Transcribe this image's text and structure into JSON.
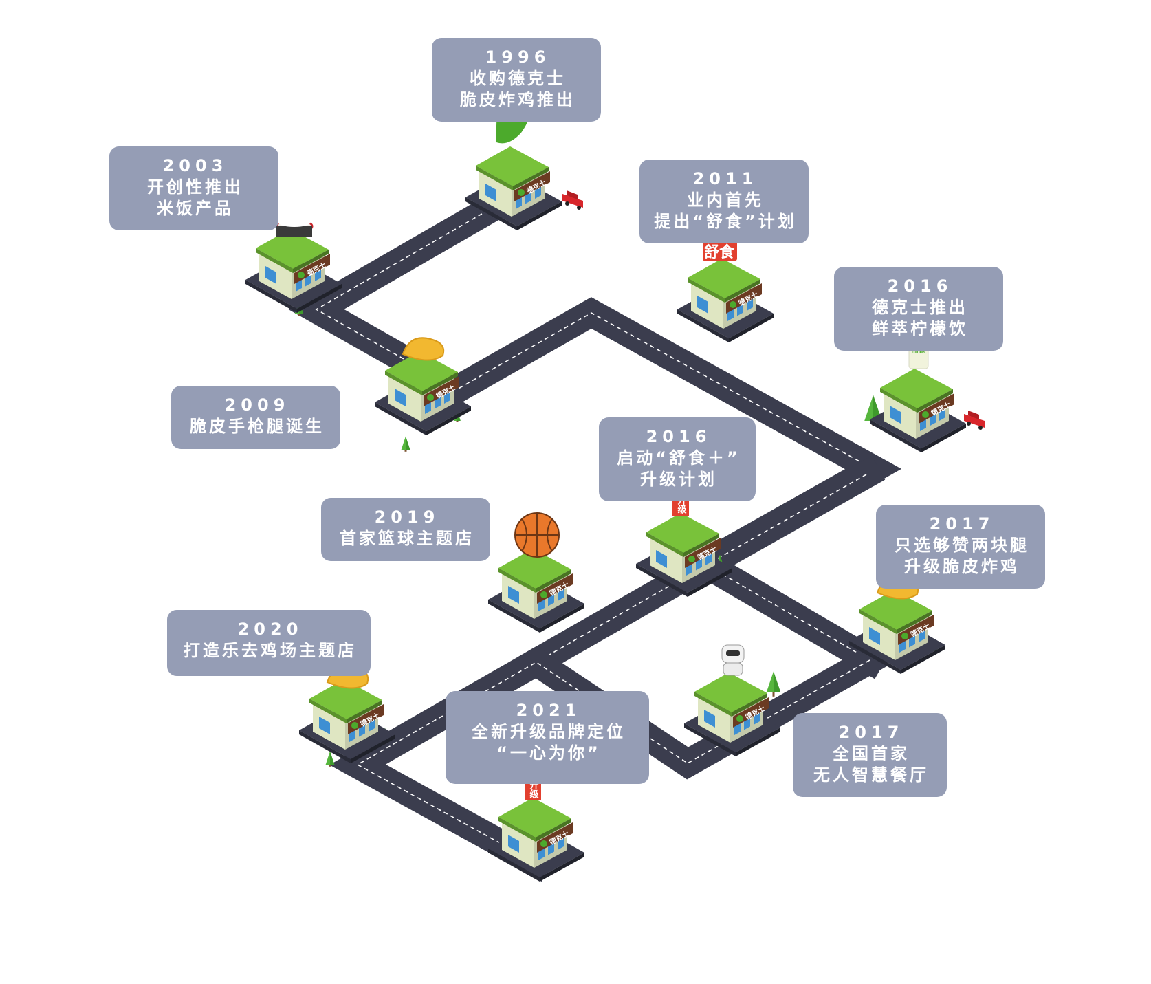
{
  "milestones": [
    {
      "year": "1996",
      "lines": [
        "收购德克士",
        "脆皮炸鸡推出"
      ]
    },
    {
      "year": "2003",
      "lines": [
        "开创性推出",
        "米饭产品"
      ]
    },
    {
      "year": "2011",
      "lines": [
        "业内首先",
        "提出“舒食”计划"
      ]
    },
    {
      "year": "2016",
      "lines": [
        "德克士推出",
        "鲜萃柠檬饮"
      ]
    },
    {
      "year": "2009",
      "lines": [
        "脆皮手枪腿诞生"
      ]
    },
    {
      "year": "2016",
      "lines": [
        "启动“舒食＋”",
        "升级计划"
      ]
    },
    {
      "year": "2019",
      "lines": [
        "首家篮球主题店"
      ]
    },
    {
      "year": "2017",
      "lines": [
        "只选够赞两块腿",
        "升级脆皮炸鸡"
      ]
    },
    {
      "year": "2020",
      "lines": [
        "打造乐去鸡场主题店"
      ]
    },
    {
      "year": "2021",
      "lines": [
        "全新升级品牌定位",
        "“一心为你”"
      ]
    },
    {
      "year": "2017",
      "lines": [
        "全国首家",
        "无人智慧餐厅"
      ]
    }
  ],
  "store_sign": "德克士",
  "props": {
    "shushi_sign": "舒食",
    "upgrade_sign": "升级",
    "cup_brand": "dicos"
  },
  "colors": {
    "card": "#959db5",
    "road": "#3b3d4e",
    "roof": "#79c23a",
    "wall": "#dfe6c2",
    "sign": "#6b3a22",
    "brand_green": "#4caa2c"
  }
}
